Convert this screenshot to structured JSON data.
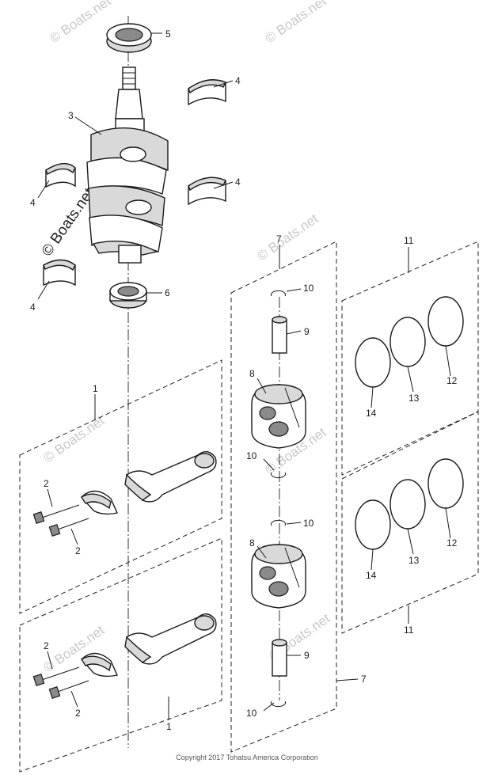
{
  "watermark": "© Boats.net",
  "copyright": "Copyright 2017 Tohatsu America Corporation",
  "callouts": {
    "p1_top": "1",
    "p1_bottom": "1",
    "p2_a": "2",
    "p2_b": "2",
    "p2_c": "2",
    "p2_d": "2",
    "p3": "3",
    "p4_a": "4",
    "p4_b": "4",
    "p4_c": "4",
    "p4_d": "4",
    "p5": "5",
    "p6": "6",
    "p7_top": "7",
    "p7_bottom": "7",
    "p8_a": "8",
    "p8_b": "8",
    "p9_a": "9",
    "p9_b": "9",
    "p10_a": "10",
    "p10_b": "10",
    "p10_c": "10",
    "p10_d": "10",
    "p11_top": "11",
    "p11_bottom": "11",
    "p12_a": "12",
    "p12_b": "12",
    "p13_a": "13",
    "p13_b": "13",
    "p14_a": "14",
    "p14_b": "14"
  }
}
